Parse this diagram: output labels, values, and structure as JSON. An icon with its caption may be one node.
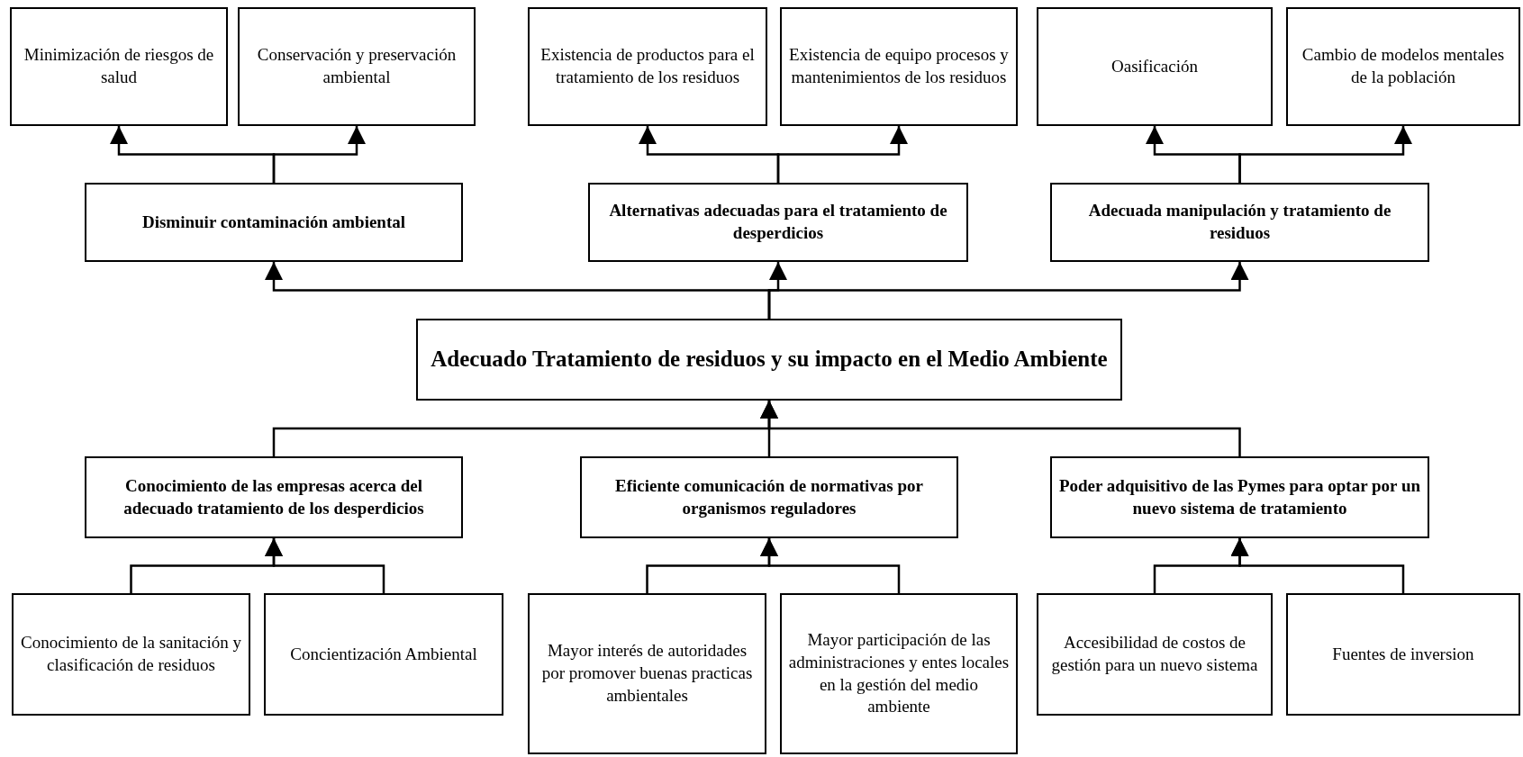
{
  "diagram": {
    "nodes": [
      {
        "text": [
          "Minimización de riesgos de salud"
        ]
      },
      {
        "text": [
          "Conservación y preservación ambiental"
        ]
      },
      {
        "text": [
          "Existencia de productos para el tratamiento de los residuos"
        ]
      },
      {
        "text": [
          "Existencia de equipo procesos y mantenimientos  de los residuos"
        ]
      },
      {
        "text": [
          "Oasificación"
        ]
      },
      {
        "text": [
          "Cambio de modelos mentales de la población"
        ]
      },
      {
        "text": [
          "Disminuir contaminación ambiental"
        ]
      },
      {
        "text": [
          "Alternativas adecuadas para el tratamiento de desperdicios"
        ]
      },
      {
        "text": [
          "Adecuada manipulación y tratamiento de residuos"
        ]
      },
      {
        "text": [
          "Adecuado Tratamiento de residuos  y su impacto en el Medio Ambiente"
        ]
      },
      {
        "text": [
          "Conocimiento de las empresas acerca del adecuado tratamiento de los desperdicios"
        ]
      },
      {
        "text": [
          "Eficiente comunicación de normativas por organismos reguladores"
        ]
      },
      {
        "text": [
          "Poder adquisitivo de las Pymes para optar por un nuevo sistema de tratamiento"
        ]
      },
      {
        "text": [
          "Conocimiento  de la sanitación y clasificación de residuos"
        ]
      },
      {
        "text": [
          "Concientización Ambiental"
        ]
      },
      {
        "text": [
          "Mayor interés de autoridades por promover buenas practicas ambientales"
        ]
      },
      {
        "text": [
          "Mayor participación de las administraciones y entes locales en la gestión del medio ambiente"
        ]
      },
      {
        "text": [
          "Accesibilidad de costos de gestión para un nuevo sistema"
        ]
      },
      {
        "text": [
          "Fuentes de inversion"
        ]
      }
    ],
    "edges": [
      {
        "from": 6,
        "to": 0,
        "arrow": "to"
      },
      {
        "from": 6,
        "to": 1,
        "arrow": "to"
      },
      {
        "from": 7,
        "to": 2,
        "arrow": "to"
      },
      {
        "from": 7,
        "to": 3,
        "arrow": "to"
      },
      {
        "from": 8,
        "to": 4,
        "arrow": "to"
      },
      {
        "from": 8,
        "to": 5,
        "arrow": "to"
      },
      {
        "from": 9,
        "to": 6,
        "arrow": "to"
      },
      {
        "from": 9,
        "to": 7,
        "arrow": "to"
      },
      {
        "from": 9,
        "to": 8,
        "arrow": "to"
      },
      {
        "from": 10,
        "to": 9,
        "arrow": "to"
      },
      {
        "from": 11,
        "to": 9,
        "arrow": "to"
      },
      {
        "from": 12,
        "to": 9,
        "arrow": "to"
      },
      {
        "from": 13,
        "to": 10,
        "arrow": "to"
      },
      {
        "from": 14,
        "to": 10,
        "arrow": "to"
      },
      {
        "from": 15,
        "to": 11,
        "arrow": "to"
      },
      {
        "from": 16,
        "to": 11,
        "arrow": "to"
      },
      {
        "from": 17,
        "to": 12,
        "arrow": "to"
      },
      {
        "from": 18,
        "to": 12,
        "arrow": "to"
      }
    ]
  }
}
